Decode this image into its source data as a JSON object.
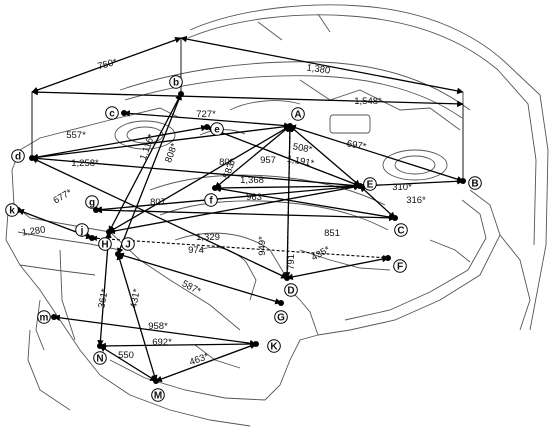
{
  "points": [
    {
      "id": "A",
      "circled": true
    },
    {
      "id": "B",
      "circled": true
    },
    {
      "id": "C",
      "circled": true
    },
    {
      "id": "D",
      "circled": true
    },
    {
      "id": "E",
      "circled": true
    },
    {
      "id": "F",
      "circled": true
    },
    {
      "id": "G",
      "circled": true
    },
    {
      "id": "H",
      "circled": true
    },
    {
      "id": "J",
      "circled": true
    },
    {
      "id": "K",
      "circled": true
    },
    {
      "id": "M",
      "circled": true
    },
    {
      "id": "N",
      "circled": true
    },
    {
      "id": "b",
      "circled": true
    },
    {
      "id": "c",
      "circled": true
    },
    {
      "id": "d",
      "circled": true
    },
    {
      "id": "e",
      "circled": true
    },
    {
      "id": "f",
      "circled": true
    },
    {
      "id": "g",
      "circled": true
    },
    {
      "id": "j",
      "circled": true
    },
    {
      "id": "k",
      "circled": true
    },
    {
      "id": "m",
      "circled": true
    }
  ],
  "dimensions": [
    {
      "from": "d",
      "to": "b",
      "value": "750*"
    },
    {
      "from": "b",
      "to": "B",
      "value": "1,380"
    },
    {
      "from": "d",
      "to": "B",
      "value": "1,548*"
    },
    {
      "from": "c",
      "to": "A",
      "value": "727*"
    },
    {
      "from": "A",
      "to": "B",
      "value": "697*"
    },
    {
      "from": "d",
      "to": "e",
      "value": "557*"
    },
    {
      "from": "b",
      "to": "H",
      "value": "1,116*"
    },
    {
      "from": "b",
      "to": "J",
      "value": "808*"
    },
    {
      "from": "d",
      "to": "E",
      "value": "1,258*"
    },
    {
      "from": "e",
      "to": "E",
      "value": "806"
    },
    {
      "from": "A",
      "to": "f",
      "value": "583*"
    },
    {
      "from": "d",
      "to": "A",
      "value": "957"
    },
    {
      "from": "A",
      "to": "E",
      "value": "508*"
    },
    {
      "from": "H",
      "to": "E",
      "value": "1,191*"
    },
    {
      "from": "f",
      "to": "E",
      "value": "1,368"
    },
    {
      "from": "E",
      "to": "B",
      "value": "310*"
    },
    {
      "from": "f",
      "to": "C",
      "value": "963"
    },
    {
      "from": "g",
      "to": "E",
      "value": "807"
    },
    {
      "from": "d",
      "to": "D",
      "value": "677*"
    },
    {
      "from": "E",
      "to": "C",
      "value": "316*"
    },
    {
      "from": "g",
      "to": "C",
      "value": "851"
    },
    {
      "from": "k",
      "to": "j",
      "value": "1,280"
    },
    {
      "from": "H",
      "to": "A",
      "value": "1,329"
    },
    {
      "from": "A",
      "to": "D",
      "value": "949*"
    },
    {
      "from": "A",
      "to": "D",
      "value": "791"
    },
    {
      "from": "D",
      "to": "F",
      "value": "435*"
    },
    {
      "from": "j",
      "to": "F",
      "value": "974"
    },
    {
      "from": "J",
      "to": "G",
      "value": "587*"
    },
    {
      "from": "H",
      "to": "N",
      "value": "361*"
    },
    {
      "from": "J",
      "to": "M",
      "value": "431*"
    },
    {
      "from": "m",
      "to": "K",
      "value": "958*"
    },
    {
      "from": "N",
      "to": "K",
      "value": "692*"
    },
    {
      "from": "N",
      "to": "M",
      "value": "550"
    },
    {
      "from": "M",
      "to": "K",
      "value": "463*"
    }
  ]
}
